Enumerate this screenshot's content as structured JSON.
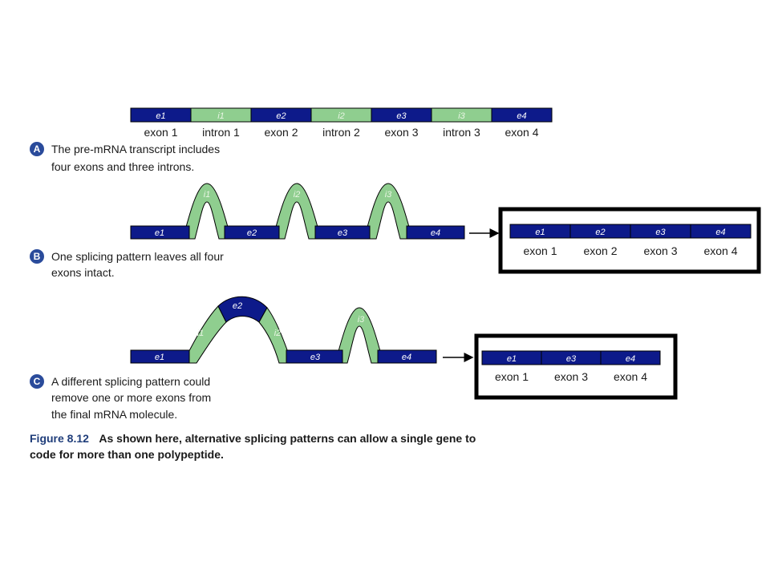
{
  "colors": {
    "exon": "#0d1a8a",
    "intron": "#8fce8f",
    "badge": "#2a4b9b",
    "frame": "#000000"
  },
  "panel_a": {
    "badge": "A",
    "segments": [
      {
        "type": "exon",
        "label": "e1",
        "caption": "exon 1"
      },
      {
        "type": "intron",
        "label": "i1",
        "caption": "intron 1"
      },
      {
        "type": "exon",
        "label": "e2",
        "caption": "exon 2"
      },
      {
        "type": "intron",
        "label": "i2",
        "caption": "intron 2"
      },
      {
        "type": "exon",
        "label": "e3",
        "caption": "exon 3"
      },
      {
        "type": "intron",
        "label": "i3",
        "caption": "intron 3"
      },
      {
        "type": "exon",
        "label": "e4",
        "caption": "exon 4"
      }
    ],
    "description": [
      "The pre-mRNA transcript includes",
      "four exons and three introns."
    ]
  },
  "panel_b": {
    "badge": "B",
    "exons": [
      "e1",
      "e2",
      "e3",
      "e4"
    ],
    "loops": [
      "i1",
      "i2",
      "i3"
    ],
    "result": {
      "labels": [
        "e1",
        "e2",
        "e3",
        "e4"
      ],
      "captions": [
        "exon 1",
        "exon 2",
        "exon 3",
        "exon 4"
      ]
    },
    "description": [
      "One splicing pattern leaves all four",
      "exons intact."
    ]
  },
  "panel_c": {
    "badge": "C",
    "exons": [
      "e1",
      "e3",
      "e4"
    ],
    "big_loop": {
      "left": "i1",
      "middle": "e2",
      "right": "i2"
    },
    "small_loop": "i3",
    "result": {
      "labels": [
        "e1",
        "e3",
        "e4"
      ],
      "captions": [
        "exon 1",
        "exon 3",
        "exon 4"
      ]
    },
    "description": [
      "A different splicing pattern could",
      "remove one or more exons from",
      "the final mRNA molecule."
    ]
  },
  "figure_caption": {
    "label": "Figure 8.12",
    "text": "As shown here, alternative splicing patterns can allow a single gene to",
    "text2": "code for more than one polypeptide."
  }
}
